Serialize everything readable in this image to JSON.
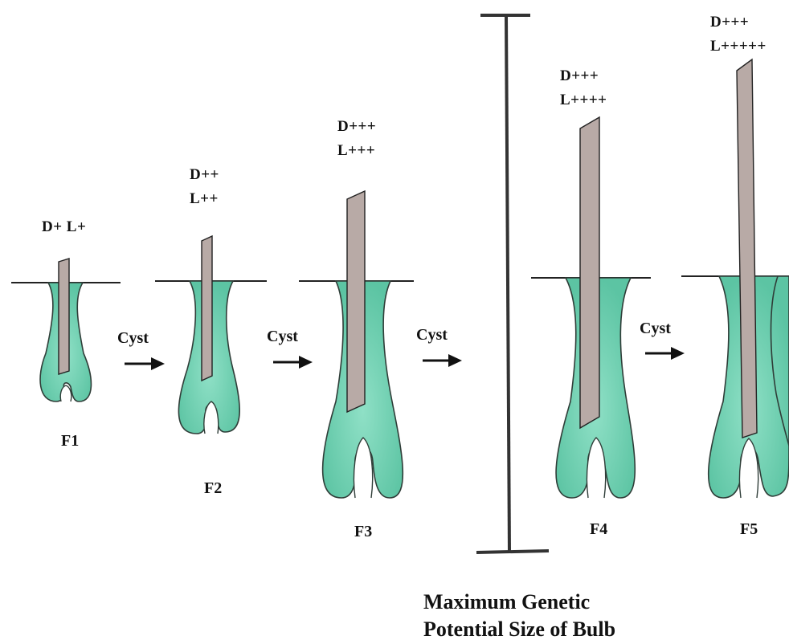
{
  "follicles": [
    {
      "label": "F1",
      "dl": "D+ L+",
      "dl2": ""
    },
    {
      "label": "F2",
      "dl": "D++",
      "dl2": "L++"
    },
    {
      "label": "F3",
      "dl": "D+++",
      "dl2": "L+++"
    },
    {
      "label": "F4",
      "dl": "D+++",
      "dl2": "L++++"
    },
    {
      "label": "F5",
      "dl": "D+++",
      "dl2": "L+++++"
    }
  ],
  "arrows": [
    "Cyst",
    "Cyst",
    "Cyst",
    "Cyst"
  ],
  "caption": {
    "line1": "Maximum Genetic",
    "line2": "Potential Size of Bulb"
  },
  "colors": {
    "bulb_fill": "#6fcfb0",
    "bulb_stroke": "#2f3d38",
    "hair_shaft": "#b8aaa6",
    "line": "#222222"
  }
}
